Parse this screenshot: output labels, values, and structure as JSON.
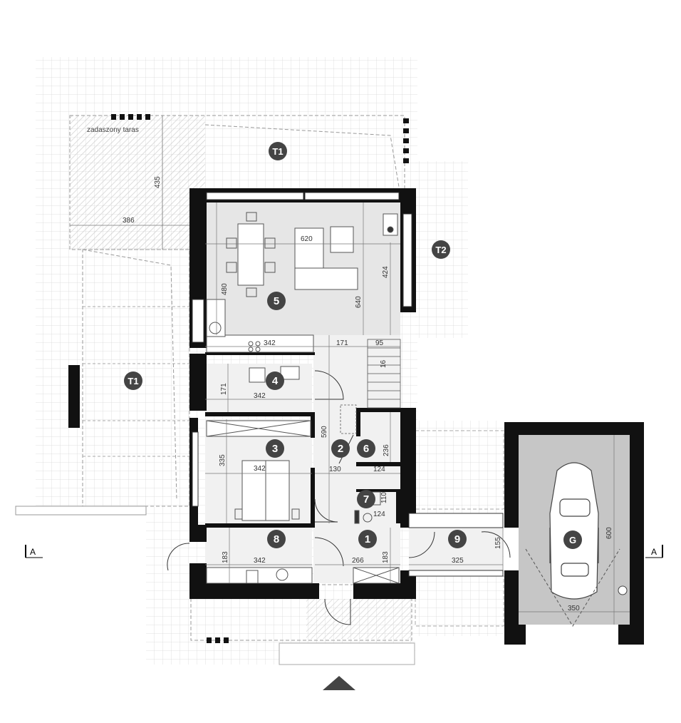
{
  "plan": {
    "terrace_label": "zadaszony taras",
    "section_marker": "A",
    "rooms": {
      "r1": "1",
      "r2": "2",
      "r3": "3",
      "r4": "4",
      "r5": "5",
      "r6": "6",
      "r7": "7",
      "r8": "8",
      "r9": "9",
      "garage": "G",
      "t1_top": "T1",
      "t1_left": "T1",
      "t2": "T2"
    },
    "dimensions": {
      "terrace_depth": "435",
      "terrace_width": "386",
      "living_width": "620",
      "living_depth": "640",
      "dining_depth": "480",
      "lounge_depth": "424",
      "kitchen_width": "342",
      "hall_width": "171",
      "stairs_width": "95",
      "stairs_steps": "16",
      "bath_depth": "171",
      "bath_width": "342",
      "corridor_depth": "590",
      "bedroom_depth": "335",
      "bedroom_width": "342",
      "hall_width_130": "130",
      "closet_depth": "236",
      "closet_width": "124",
      "wc_depth": "110",
      "wc_width": "124",
      "room8_depth": "183",
      "room8_width": "342",
      "entry_width": "266",
      "entry_depth": "183",
      "vestibule_width": "325",
      "vestibule_depth": "155",
      "garage_depth": "600",
      "garage_width": "350"
    }
  }
}
